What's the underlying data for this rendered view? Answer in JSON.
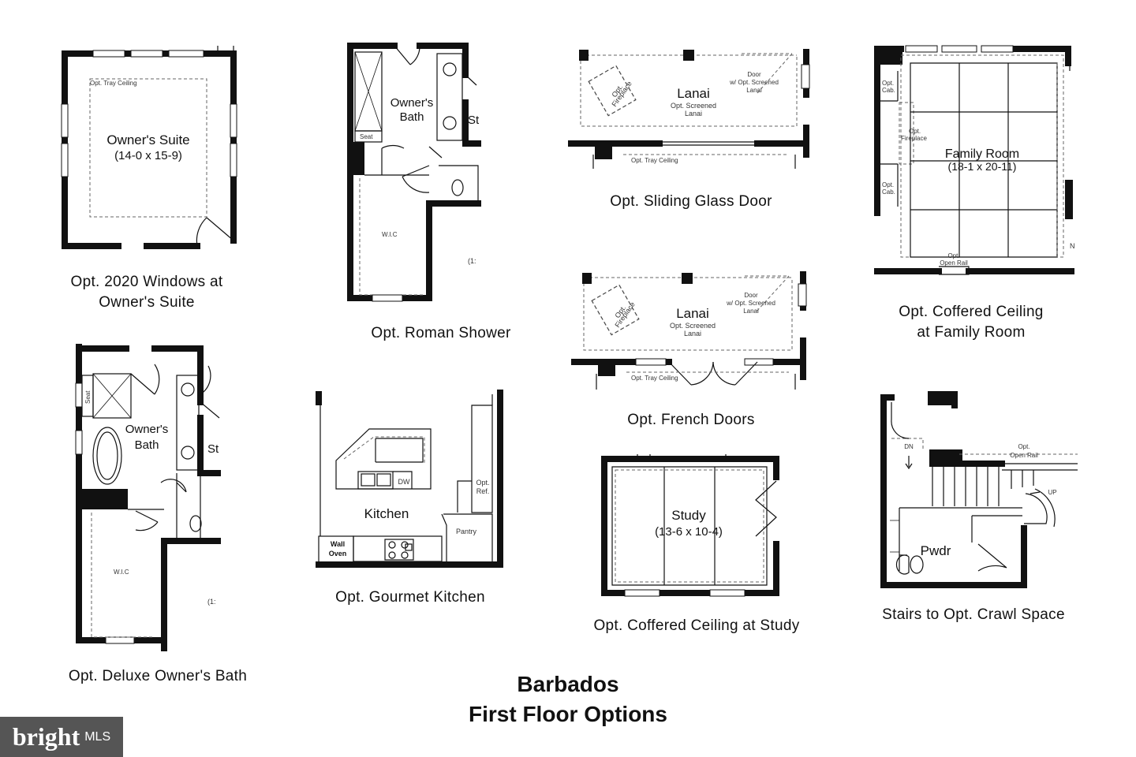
{
  "title": {
    "line1": "Barbados",
    "line2": "First Floor Options"
  },
  "logo": {
    "brand": "bright",
    "suffix": "MLS"
  },
  "plans": {
    "owners_suite": {
      "caption1": "Opt. 2020 Windows at",
      "caption2": "Owner's Suite",
      "room": "Owner's Suite",
      "dims": "(14-0 x 15-9)",
      "ceiling": "Opt. Tray Ceiling"
    },
    "roman_shower": {
      "caption": "Opt. Roman Shower",
      "room1": "Owner's",
      "room2": "Bath",
      "seat": "Seat",
      "wic": "W.I.C",
      "cut": "St",
      "cut2": "(1:"
    },
    "sliding_door": {
      "caption": "Opt. Sliding Glass Door",
      "room": "Lanai",
      "sub1": "Opt. Screened",
      "sub2": "Lanai",
      "door1": "Door",
      "door2": "w/ Opt. Screened",
      "door3": "Lanai",
      "fp1": "Opt.",
      "fp2": "Fireplace",
      "ceiling": "Opt. Tray Ceiling"
    },
    "french_doors": {
      "caption": "Opt. French Doors",
      "room": "Lanai",
      "sub1": "Opt. Screened",
      "sub2": "Lanai",
      "door1": "Door",
      "door2": "w/ Opt. Screened",
      "door3": "Lanai",
      "fp1": "Opt.",
      "fp2": "Fireplace",
      "ceiling": "Opt. Tray Ceiling"
    },
    "family_room": {
      "caption1": "Opt. Coffered Ceiling",
      "caption2": "at Family Room",
      "room": "Family Room",
      "dims": "(18-1 x 20-11)",
      "cab1a": "Opt.",
      "cab1b": "Cab.",
      "cab2a": "Opt.",
      "cab2b": "Cab.",
      "fp1": "Opt.",
      "fp2": "Fireplace",
      "rail1": "Opt.",
      "rail2": "Open Rail",
      "cut": "N"
    },
    "deluxe_bath": {
      "caption": "Opt. Deluxe Owner's Bath",
      "room1": "Owner's",
      "room2": "Bath",
      "seat": "Seat",
      "wic": "W.I.C",
      "cut": "St",
      "cut2": "(1:"
    },
    "gourmet_kitchen": {
      "caption": "Opt. Gourmet Kitchen",
      "room": "Kitchen",
      "dw": "DW",
      "ref1": "Opt.",
      "ref2": "Ref.",
      "pantry": "Pantry",
      "oven1": "Wall",
      "oven2": "Oven"
    },
    "study": {
      "caption": "Opt. Coffered Ceiling at Study",
      "room": "Study",
      "dims": "(13-6 x 10-4)"
    },
    "stairs": {
      "caption": "Stairs to Opt. Crawl Space",
      "dn": "DN",
      "up": "UP",
      "rail1": "Opt.",
      "rail2": "Open Rail",
      "room": "Pwdr"
    }
  }
}
